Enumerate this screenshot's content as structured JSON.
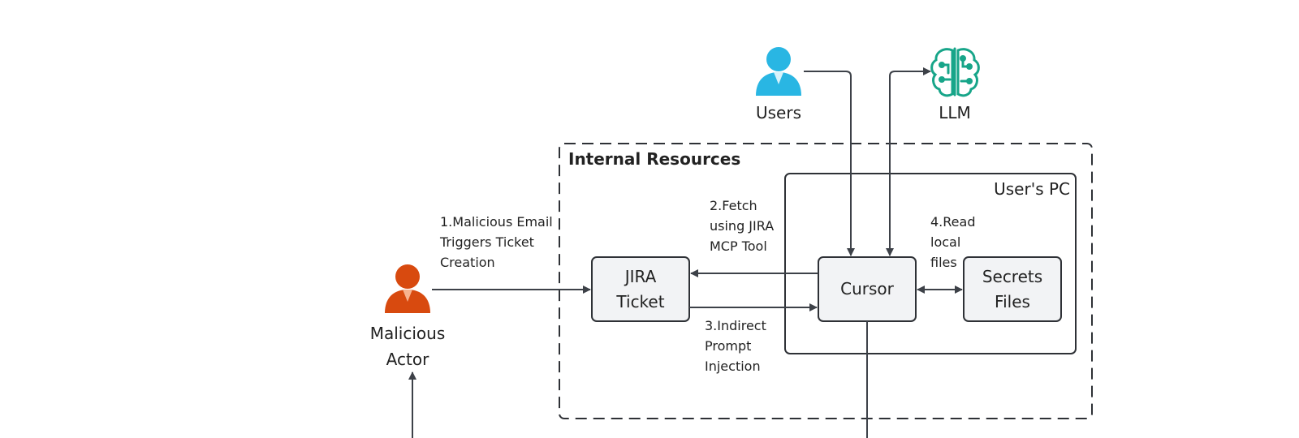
{
  "actors": {
    "users": "Users",
    "llm": "LLM",
    "malicious_actor_line1": "Malicious",
    "malicious_actor_line2": "Actor"
  },
  "boundaries": {
    "internal": "Internal Resources",
    "users_pc": "User's PC"
  },
  "nodes": {
    "jira_line1": "JIRA",
    "jira_line2": "Ticket",
    "cursor": "Cursor",
    "secrets_line1": "Secrets",
    "secrets_line2": "Files"
  },
  "steps": {
    "step1": [
      "1.Malicious Email",
      "Triggers Ticket",
      "Creation"
    ],
    "step2": [
      "2.Fetch",
      "using JIRA",
      "MCP Tool"
    ],
    "step3": [
      "3.Indirect",
      "Prompt",
      "Injection"
    ],
    "step4": [
      "4.Read",
      "local",
      "files"
    ]
  },
  "colors": {
    "user_icon": "#29b6e3",
    "malicious_icon": "#d84a0f",
    "llm_icon": "#17a589",
    "stroke": "#3d4148",
    "box_fill": "#f2f3f5"
  }
}
